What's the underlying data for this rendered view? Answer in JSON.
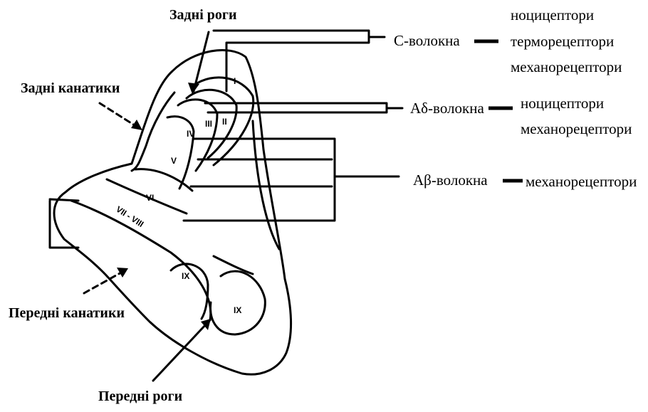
{
  "labels": {
    "dorsal_horns": "Задні роги",
    "dorsal_funiculi": "Задні канатики",
    "ventral_funiculi": "Передні канатики",
    "ventral_horns": "Передні роги"
  },
  "laminae": [
    "I",
    "II",
    "III",
    "IV",
    "V",
    "VI",
    "VII - VIII",
    "IX",
    "IX"
  ],
  "fibers": [
    {
      "name": "С-волокна",
      "receptors": [
        "ноцицептори",
        "терморецептори",
        "механорецептори"
      ]
    },
    {
      "name": "Аδ-волокна",
      "receptors": [
        "ноцицептори",
        "механорецептори"
      ]
    },
    {
      "name": "Аβ-волокна",
      "receptors": [
        "механорецептори"
      ]
    }
  ]
}
